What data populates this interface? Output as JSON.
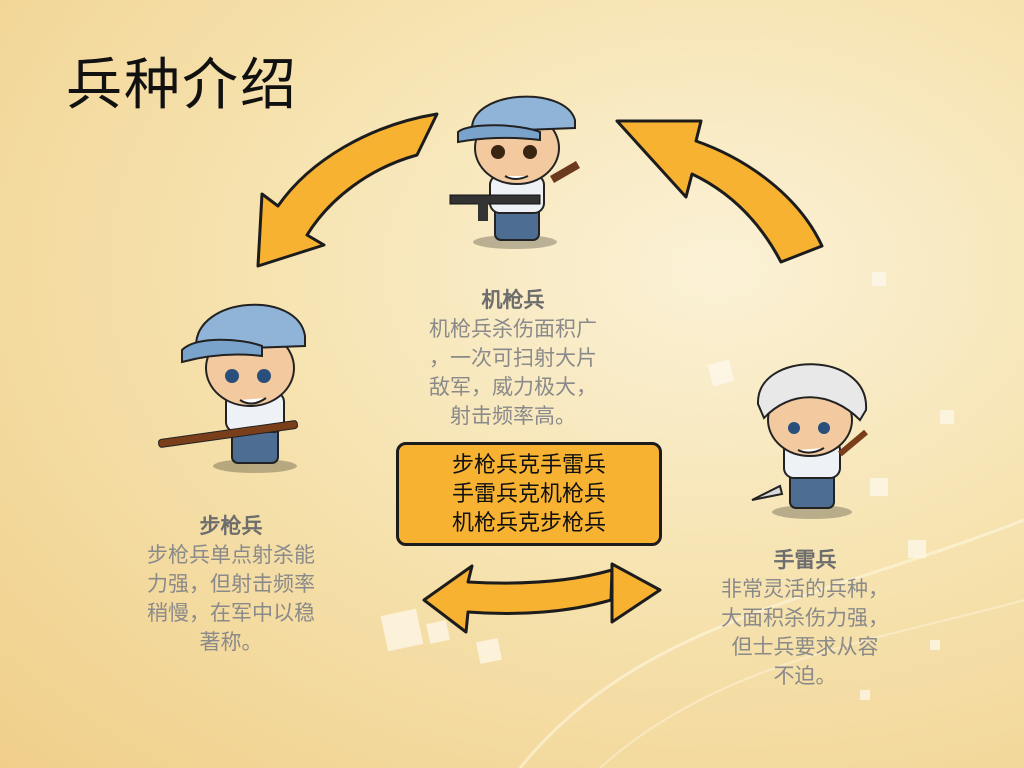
{
  "title": "兵种介绍",
  "units": {
    "machine_gunner": {
      "name": "机枪兵",
      "desc": [
        "机枪兵杀伤面积广",
        "，一次可扫射大片",
        "敌军，威力极大，",
        "射击频率高。"
      ]
    },
    "rifleman": {
      "name": "步枪兵",
      "desc": [
        "步枪兵单点射杀能",
        "力强，但射击频率",
        "稍慢，在军中以稳",
        "著称。"
      ]
    },
    "grenadier": {
      "name": "手雷兵",
      "desc": [
        "非常灵活的兵种，",
        "大面积杀伤力强，",
        "但士兵要求从容",
        "不迫。"
      ]
    }
  },
  "counter_rules": [
    "步枪兵克手雷兵",
    "手雷兵克机枪兵",
    "机枪兵克步枪兵"
  ],
  "colors": {
    "arrow": "#f7b232",
    "arrow_stroke": "#1c1c1c",
    "cap_blue": "#8fb4d8",
    "helmet_white": "#e8e8e8"
  }
}
